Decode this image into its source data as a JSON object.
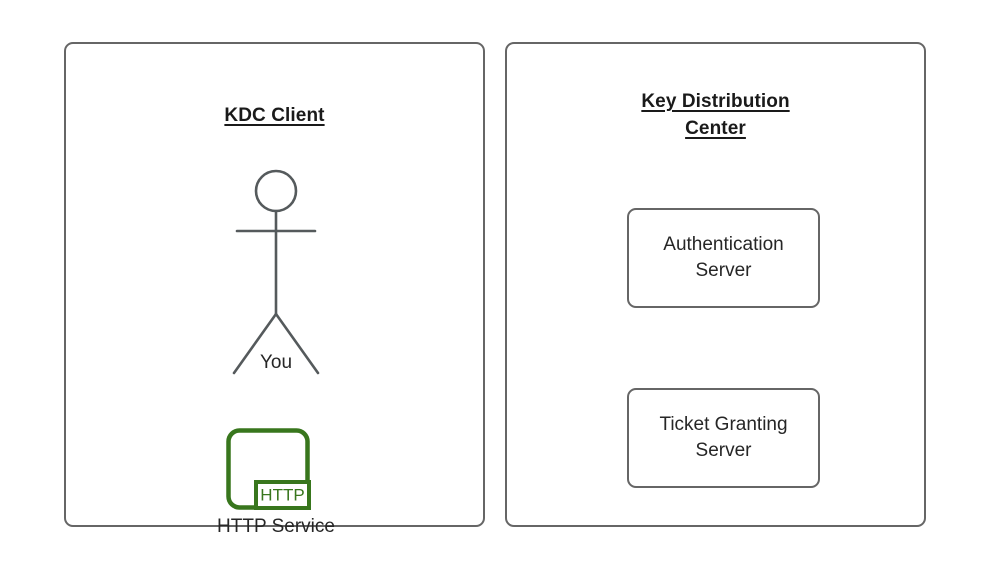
{
  "diagram": {
    "title_left": "KDC Client",
    "title_right_line1": "Key Distribution",
    "title_right_line2": "Center",
    "colors": {
      "stroke": "#666666",
      "text": "#262626",
      "title": "#1a1a1a",
      "service_green": "#38761d",
      "background": "#ffffff"
    }
  },
  "client_panel": {
    "title": "KDC Client",
    "actor": {
      "label": "You",
      "icon": "stick-figure-actor"
    },
    "service": {
      "label": "HTTP Service",
      "badge": "HTTP",
      "icon": "http-service-icon"
    }
  },
  "kdc_panel": {
    "title_lines": [
      "Key Distribution",
      "Center"
    ],
    "servers": [
      {
        "line1": "Authentication",
        "line2": "Server"
      },
      {
        "line1": "Ticket Granting",
        "line2": "Server"
      }
    ]
  }
}
